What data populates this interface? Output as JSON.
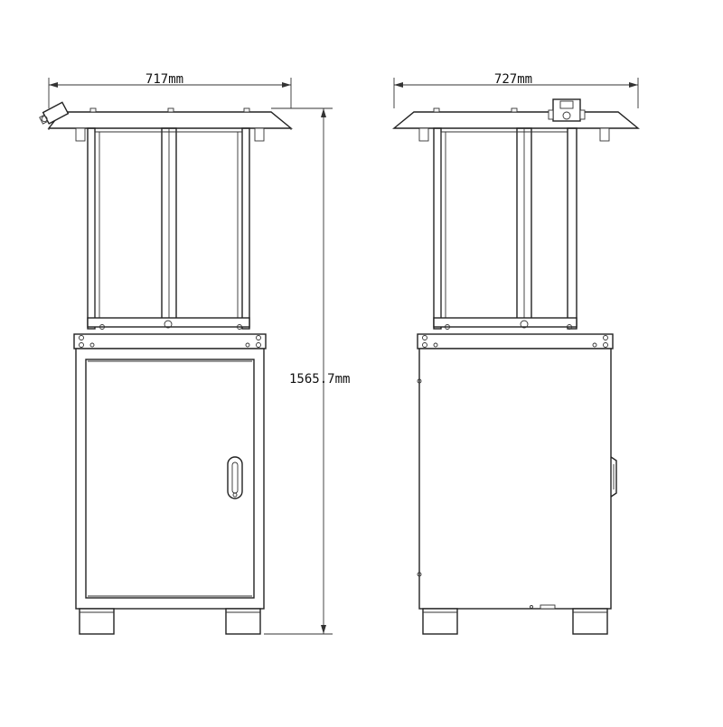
{
  "dimensions": {
    "front_width": "717mm",
    "side_width": "727mm",
    "height": "1565.7mm"
  },
  "colors": {
    "line": "#222222",
    "background": "#ffffff"
  }
}
